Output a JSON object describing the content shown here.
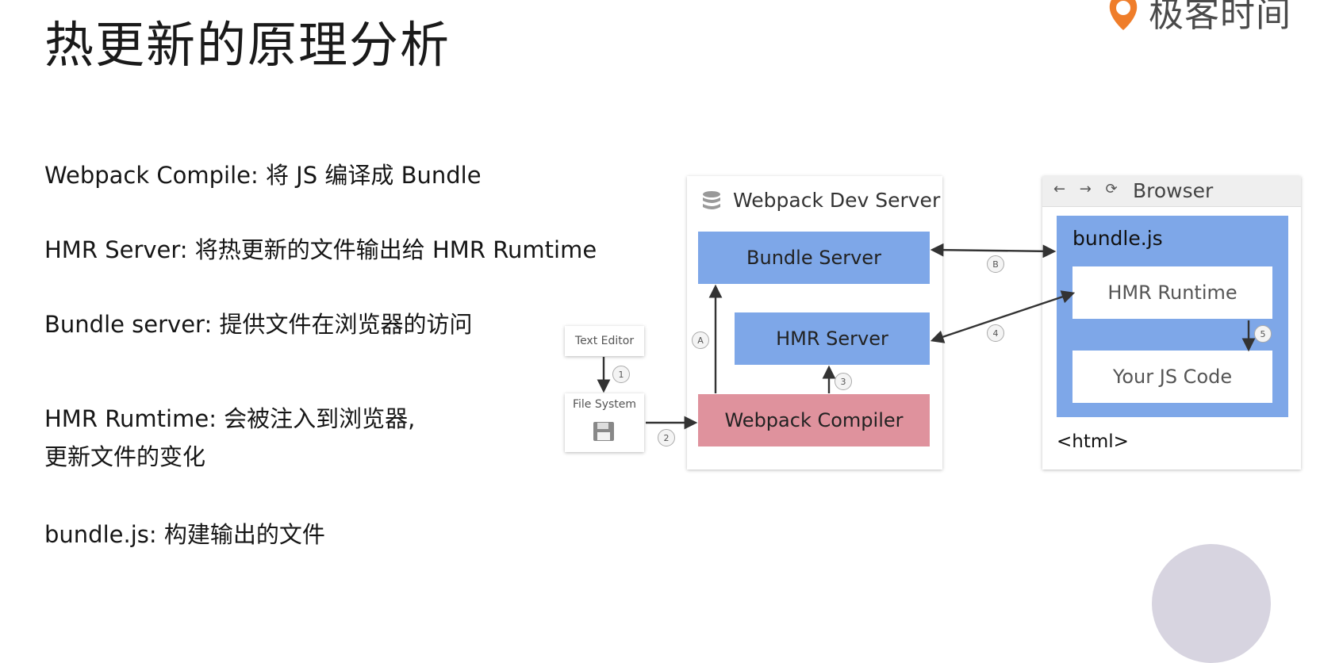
{
  "slide": {
    "title": "热更新的原理分析",
    "brand": "极客时间"
  },
  "bullets": [
    {
      "text": "Webpack Compile: 将 JS 编译成 Bundle"
    },
    {
      "text": "HMR Server: 将热更新的文件输出给 HMR Rumtime"
    },
    {
      "text": "Bundle server: 提供文件在浏览器的访问"
    },
    {
      "text": "HMR Rumtime: 会被注入到浏览器,"
    },
    {
      "text": "更新文件的变化"
    },
    {
      "text": "bundle.js: 构建输出的文件"
    }
  ],
  "diagram": {
    "dev_server": {
      "title": "Webpack Dev Server",
      "bundle_server": "Bundle Server",
      "hmr_server": "HMR Server",
      "compiler": "Webpack Compiler"
    },
    "text_editor": "Text Editor",
    "file_system": "File System",
    "browser": {
      "title": "Browser",
      "nav_glyphs": "← → ⟳",
      "bundle_label": "bundle.js",
      "hmr_runtime": "HMR Runtime",
      "your_code": "Your JS Code",
      "html_label": "<html>"
    },
    "steps": {
      "one": "1",
      "two": "2",
      "three": "3",
      "four": "4",
      "five": "5",
      "a": "A",
      "b": "B"
    },
    "colors": {
      "blue": "#7ea7e8",
      "pink": "#df929d"
    }
  }
}
